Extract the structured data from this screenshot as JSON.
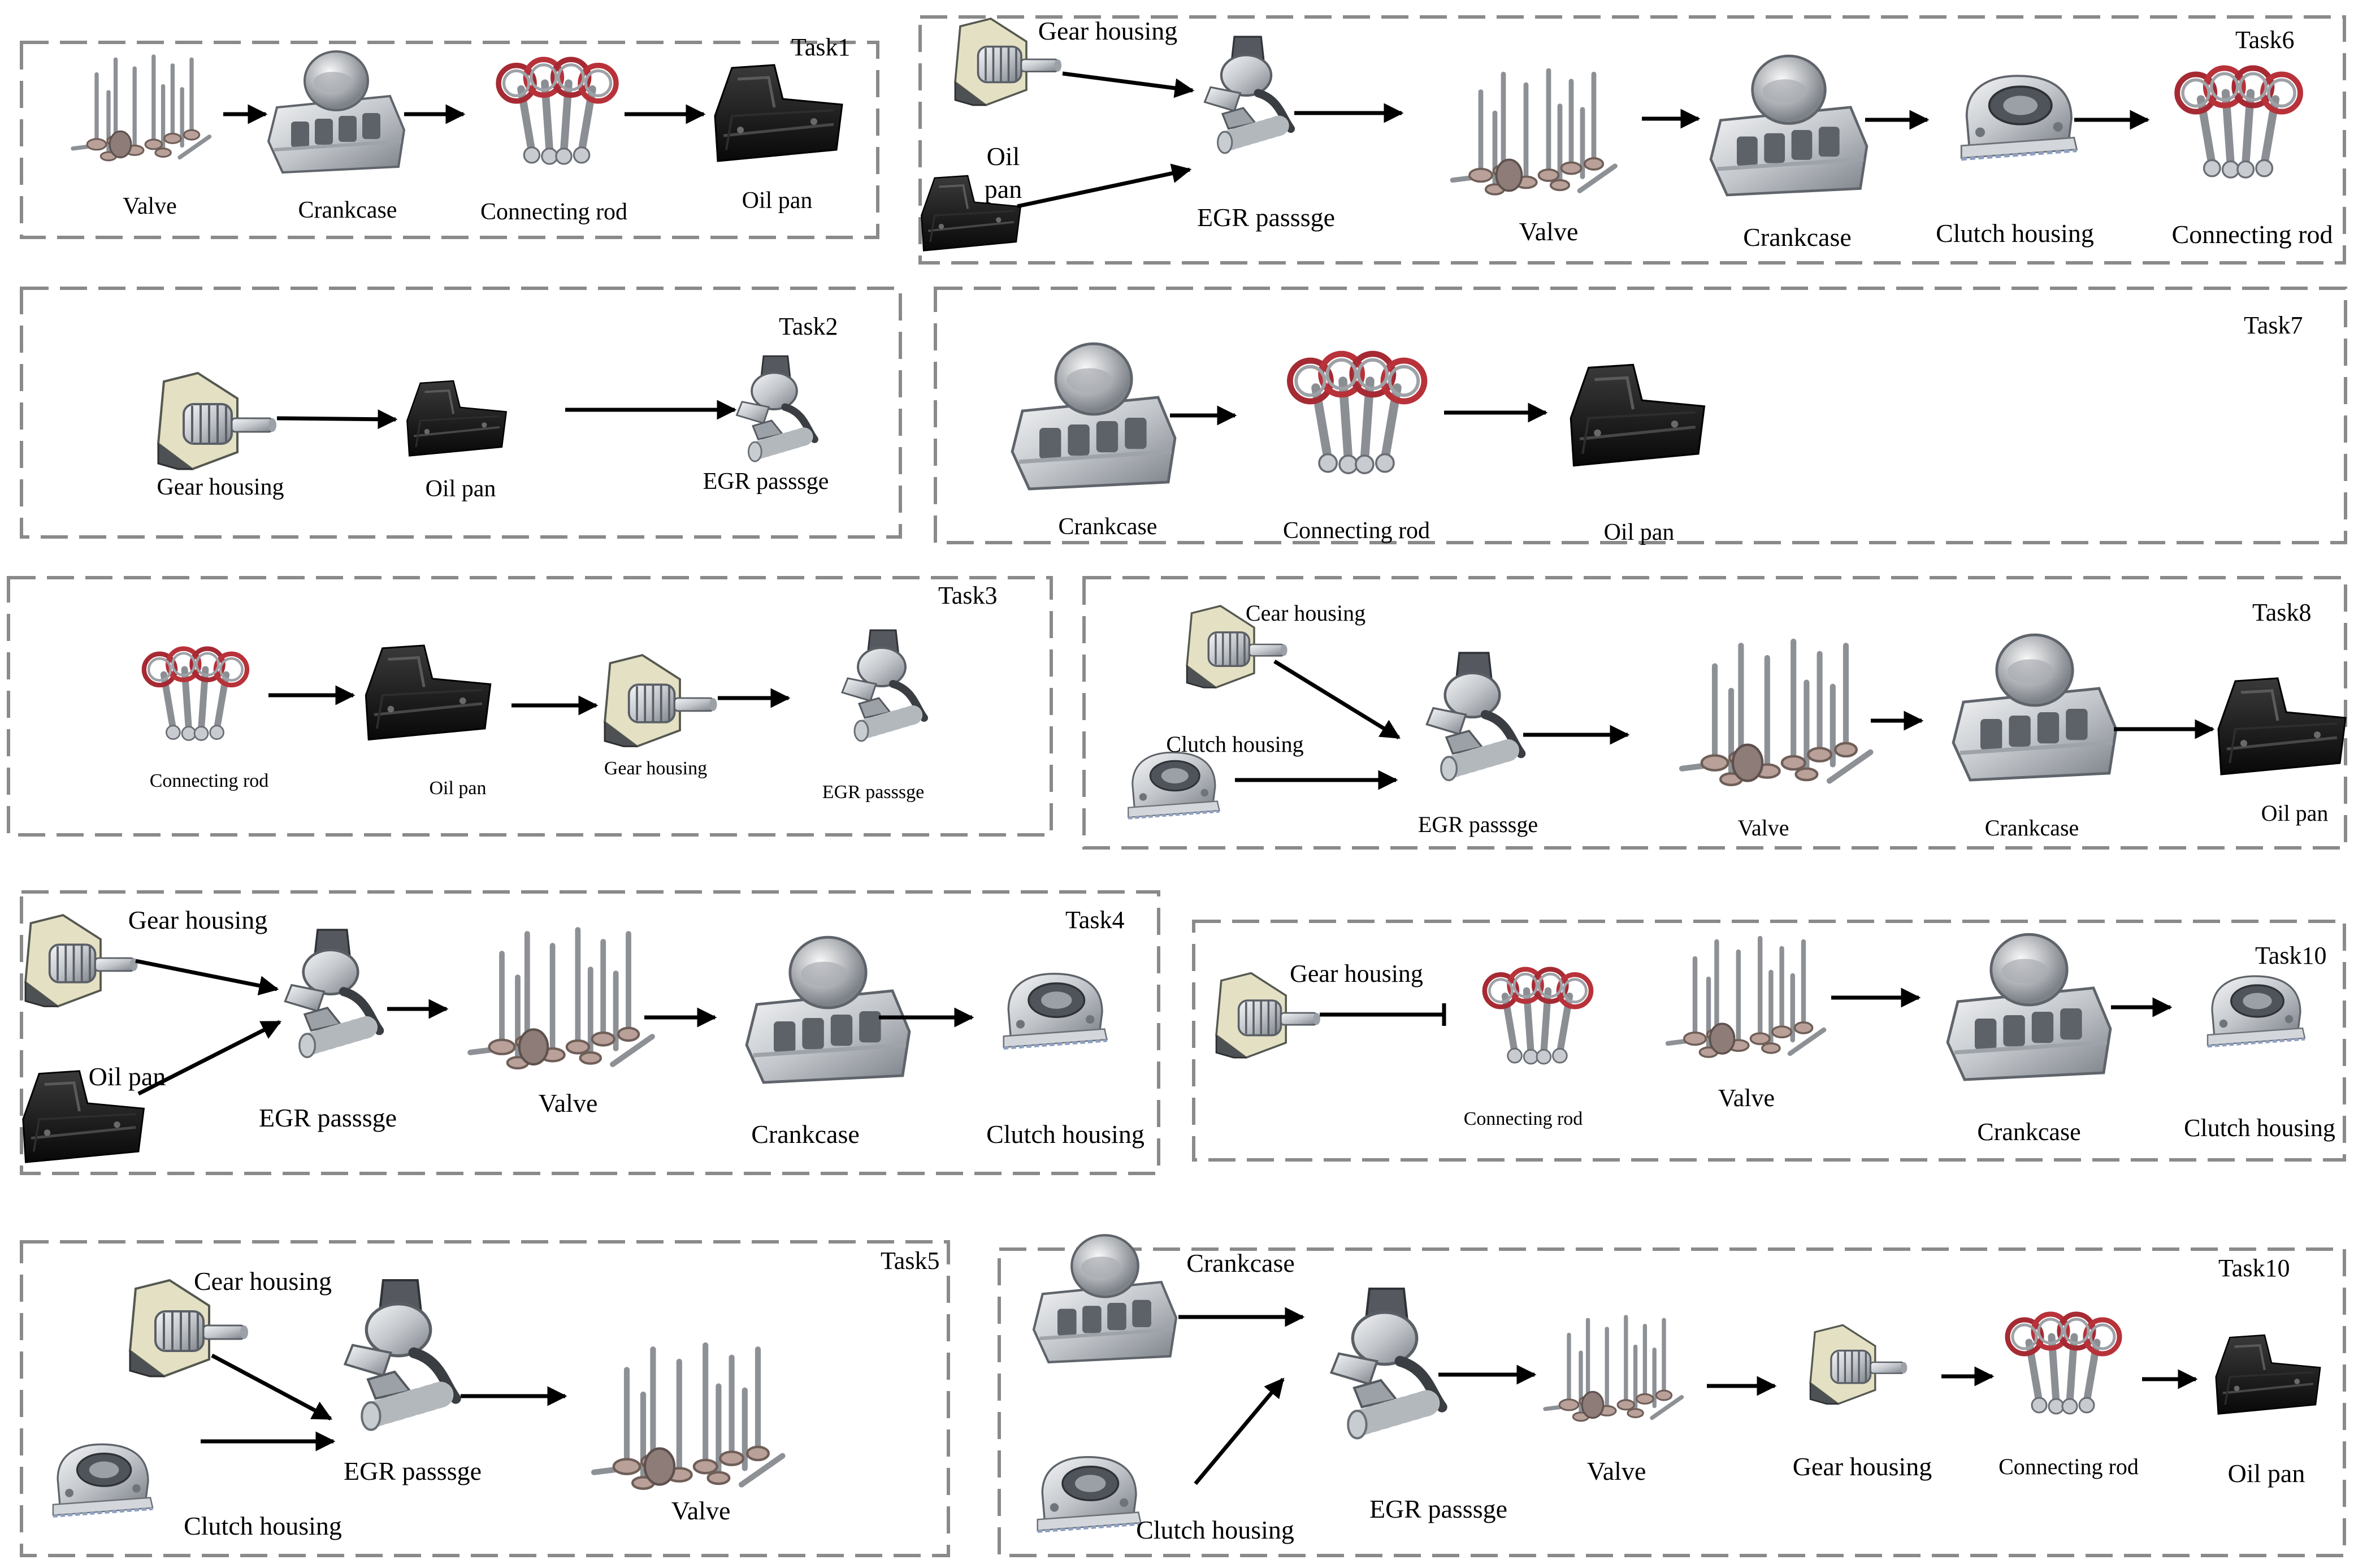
{
  "part_names": {
    "valve": "Valve",
    "crankcase": "Crankcase",
    "connecting_rod": "Connecting rod",
    "oil_pan": "Oil pan",
    "gear_housing": "Gear housing",
    "egr": "EGR passsge",
    "clutch_housing": "Clutch housing"
  },
  "panels": [
    {
      "task": "Task1",
      "labels": [
        "Valve",
        "Crankcase",
        "Connecting rod",
        "Oil pan"
      ]
    },
    {
      "task": "Task6",
      "labels": [
        "Gear housing",
        "Oil",
        "pan",
        "EGR passsge",
        "Valve",
        "Crankcase",
        "Clutch housing",
        "Connecting rod"
      ]
    },
    {
      "task": "Task2",
      "labels": [
        "Gear housing",
        "Oil pan",
        "EGR passsge"
      ]
    },
    {
      "task": "Task7",
      "labels": [
        "Crankcase",
        "Connecting rod",
        "Oil pan"
      ]
    },
    {
      "task": "Task3",
      "labels": [
        "Connecting rod",
        "Oil pan",
        "Gear housing",
        "EGR passsge"
      ]
    },
    {
      "task": "Task8",
      "labels": [
        "Cear housing",
        "Clutch housing",
        "EGR passsge",
        "Valve",
        "Crankcase",
        "Oil pan"
      ]
    },
    {
      "task": "Task4",
      "labels": [
        "Gear housing",
        "Oil pan",
        "EGR passsge",
        "Valve",
        "Crankcase",
        "Clutch housing"
      ]
    },
    {
      "task": "Task10",
      "labels": [
        "Gear housing",
        "Connecting rod",
        "Valve",
        "Crankcase",
        "Clutch housing"
      ]
    },
    {
      "task": "Task5",
      "labels": [
        "Cear housing",
        "Clutch housing",
        "EGR passsge",
        "Valve"
      ]
    },
    {
      "task": "Task10",
      "labels": [
        "Crankcase",
        "Clutch housing",
        "EGR passsge",
        "Valve",
        "Gear housing",
        "Connecting rod",
        "Oil pan"
      ]
    }
  ],
  "colors": {
    "dashed_border": "#8a8a8a",
    "arrow": "#000000",
    "metal_light": "#e4e6e8",
    "metal_dark": "#6e737a",
    "oil_pan_black": "#151515",
    "rod_red": "#b8323a",
    "gear_housing_cream": "#e4e0c4"
  }
}
